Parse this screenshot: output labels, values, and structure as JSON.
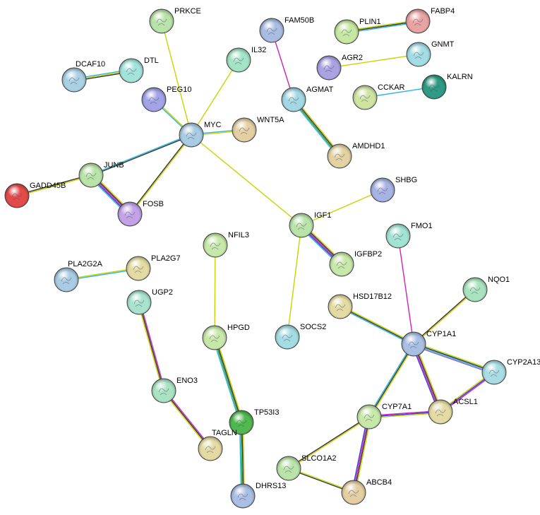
{
  "colors": {
    "edge_yellow": "#c8d400",
    "edge_black": "#333333",
    "edge_cyan": "#2fb7d8",
    "edge_green": "#2f9e3f",
    "edge_magenta": "#d020b8",
    "edge_blue": "#3a3ad6",
    "edge_purple": "#8a5fd0"
  },
  "nodes": [
    {
      "id": "PRKCE",
      "label": "PRKCE",
      "color": "#b9e3a9"
    },
    {
      "id": "FAM50B",
      "label": "FAM50B",
      "color": "#a9bde3"
    },
    {
      "id": "PLIN1",
      "label": "PLIN1",
      "color": "#c7e8a2"
    },
    {
      "id": "FABP4",
      "label": "FABP4",
      "color": "#e9a3a3"
    },
    {
      "id": "DTL",
      "label": "DTL",
      "color": "#a3e3dc"
    },
    {
      "id": "DCAF10",
      "label": "DCAF10",
      "color": "#a9d0e3"
    },
    {
      "id": "IL32",
      "label": "IL32",
      "color": "#a3e3c6"
    },
    {
      "id": "GNMT",
      "label": "GNMT",
      "color": "#a3dde3"
    },
    {
      "id": "AGR2",
      "label": "AGR2",
      "color": "#a9a3e3"
    },
    {
      "id": "KALRN",
      "label": "KALRN",
      "color": "#2f9a86"
    },
    {
      "id": "PEG10",
      "label": "PEG10",
      "color": "#a3a3e8"
    },
    {
      "id": "AGMAT",
      "label": "AGMAT",
      "color": "#a3d8e3"
    },
    {
      "id": "CCKAR",
      "label": "CCKAR",
      "color": "#cfe3a3"
    },
    {
      "id": "MYC",
      "label": "MYC",
      "color": "#a9cbe3"
    },
    {
      "id": "WNT5A",
      "label": "WNT5A",
      "color": "#e3cfa3"
    },
    {
      "id": "AMDHD1",
      "label": "AMDHD1",
      "color": "#e3d3a3"
    },
    {
      "id": "JUNB",
      "label": "JUNB",
      "color": "#b9e3a9"
    },
    {
      "id": "GADD45B",
      "label": "GADD45B",
      "color": "#e34a4a"
    },
    {
      "id": "SHBG",
      "label": "SHBG",
      "color": "#a9b3e3"
    },
    {
      "id": "FOSB",
      "label": "FOSB",
      "color": "#c3a3e8"
    },
    {
      "id": "IGF1",
      "label": "IGF1",
      "color": "#b9e3a9"
    },
    {
      "id": "NFIL3",
      "label": "NFIL3",
      "color": "#c7e8a9"
    },
    {
      "id": "FMO1",
      "label": "FMO1",
      "color": "#a3e3d4"
    },
    {
      "id": "IGFBP2",
      "label": "IGFBP2",
      "color": "#c7e8a9"
    },
    {
      "id": "PLA2G2A",
      "label": "PLA2G2A",
      "color": "#a9cbe3"
    },
    {
      "id": "PLA2G7",
      "label": "PLA2G7",
      "color": "#e3dba3"
    },
    {
      "id": "NQO1",
      "label": "NQO1",
      "color": "#a9e3bd"
    },
    {
      "id": "UGP2",
      "label": "UGP2",
      "color": "#a9e3cf"
    },
    {
      "id": "HSD17B12",
      "label": "HSD17B12",
      "color": "#e3dba3"
    },
    {
      "id": "HPGD",
      "label": "HPGD",
      "color": "#c7e8a9"
    },
    {
      "id": "SOCS2",
      "label": "SOCS2",
      "color": "#a3dde3"
    },
    {
      "id": "CYP1A1",
      "label": "CYP1A1",
      "color": "#a9bfe3"
    },
    {
      "id": "CYP2A13",
      "label": "CYP2A13",
      "color": "#a9dde3"
    },
    {
      "id": "ENO3",
      "label": "ENO3",
      "color": "#a9e3c3"
    },
    {
      "id": "CYP7A1",
      "label": "CYP7A1",
      "color": "#c7e8a9"
    },
    {
      "id": "ACSL1",
      "label": "ACSL1",
      "color": "#e3dba3"
    },
    {
      "id": "TP53I3",
      "label": "TP53I3",
      "color": "#4fb84f"
    },
    {
      "id": "TAGLN",
      "label": "TAGLN",
      "color": "#e3dba3"
    },
    {
      "id": "SLCO1A2",
      "label": "SLCO1A2",
      "color": "#b9e3a9"
    },
    {
      "id": "ABCB4",
      "label": "ABCB4",
      "color": "#e3cfa3"
    },
    {
      "id": "DHRS13",
      "label": "DHRS13",
      "color": "#a9bfe3"
    }
  ],
  "edges": [
    {
      "source": "PRKCE",
      "target": "MYC",
      "colors": [
        "edge_yellow"
      ]
    },
    {
      "source": "IL32",
      "target": "MYC",
      "colors": [
        "edge_yellow"
      ]
    },
    {
      "source": "PEG10",
      "target": "MYC",
      "colors": [
        "edge_yellow",
        "edge_cyan"
      ]
    },
    {
      "source": "WNT5A",
      "target": "MYC",
      "colors": [
        "edge_yellow",
        "edge_cyan"
      ]
    },
    {
      "source": "MYC",
      "target": "JUNB",
      "colors": [
        "edge_black",
        "edge_cyan"
      ]
    },
    {
      "source": "MYC",
      "target": "FOSB",
      "colors": [
        "edge_yellow",
        "edge_black"
      ]
    },
    {
      "source": "MYC",
      "target": "IGF1",
      "colors": [
        "edge_yellow"
      ]
    },
    {
      "source": "JUNB",
      "target": "GADD45B",
      "colors": [
        "edge_yellow",
        "edge_black"
      ]
    },
    {
      "source": "JUNB",
      "target": "FOSB",
      "colors": [
        "edge_yellow",
        "edge_black",
        "edge_magenta",
        "edge_blue",
        "edge_cyan"
      ]
    },
    {
      "source": "DCAF10",
      "target": "DTL",
      "colors": [
        "edge_cyan",
        "edge_yellow",
        "edge_black"
      ]
    },
    {
      "source": "FAM50B",
      "target": "AGMAT",
      "colors": [
        "edge_magenta"
      ]
    },
    {
      "source": "AGMAT",
      "target": "AMDHD1",
      "colors": [
        "edge_yellow",
        "edge_black",
        "edge_green",
        "edge_cyan"
      ]
    },
    {
      "source": "PLIN1",
      "target": "FABP4",
      "colors": [
        "edge_yellow",
        "edge_black",
        "edge_cyan"
      ]
    },
    {
      "source": "AGR2",
      "target": "GNMT",
      "colors": [
        "edge_yellow"
      ]
    },
    {
      "source": "CCKAR",
      "target": "KALRN",
      "colors": [
        "edge_cyan"
      ]
    },
    {
      "source": "IGF1",
      "target": "SHBG",
      "colors": [
        "edge_yellow"
      ]
    },
    {
      "source": "IGF1",
      "target": "IGFBP2",
      "colors": [
        "edge_yellow",
        "edge_black",
        "edge_magenta",
        "edge_blue",
        "edge_cyan"
      ]
    },
    {
      "source": "IGF1",
      "target": "SOCS2",
      "colors": [
        "edge_yellow"
      ]
    },
    {
      "source": "PLA2G2A",
      "target": "PLA2G7",
      "colors": [
        "edge_yellow",
        "edge_cyan"
      ]
    },
    {
      "source": "UGP2",
      "target": "ENO3",
      "colors": [
        "edge_magenta",
        "edge_black",
        "edge_yellow"
      ]
    },
    {
      "source": "ENO3",
      "target": "TAGLN",
      "colors": [
        "edge_magenta",
        "edge_black",
        "edge_yellow"
      ]
    },
    {
      "source": "NFIL3",
      "target": "HPGD",
      "colors": [
        "edge_yellow"
      ]
    },
    {
      "source": "HPGD",
      "target": "TP53I3",
      "colors": [
        "edge_yellow",
        "edge_black",
        "edge_green",
        "edge_cyan"
      ]
    },
    {
      "source": "TP53I3",
      "target": "DHRS13",
      "colors": [
        "edge_yellow",
        "edge_black",
        "edge_green",
        "edge_cyan"
      ]
    },
    {
      "source": "FMO1",
      "target": "CYP1A1",
      "colors": [
        "edge_magenta"
      ]
    },
    {
      "source": "NQO1",
      "target": "CYP1A1",
      "colors": [
        "edge_yellow",
        "edge_black"
      ]
    },
    {
      "source": "HSD17B12",
      "target": "CYP1A1",
      "colors": [
        "edge_yellow",
        "edge_black",
        "edge_cyan"
      ]
    },
    {
      "source": "CYP1A1",
      "target": "CYP2A13",
      "colors": [
        "edge_yellow",
        "edge_black",
        "edge_cyan",
        "edge_purple"
      ]
    },
    {
      "source": "CYP1A1",
      "target": "ACSL1",
      "colors": [
        "edge_yellow",
        "edge_black",
        "edge_magenta",
        "edge_blue"
      ]
    },
    {
      "source": "CYP1A1",
      "target": "CYP7A1",
      "colors": [
        "edge_yellow",
        "edge_black",
        "edge_cyan"
      ]
    },
    {
      "source": "CYP2A13",
      "target": "ACSL1",
      "colors": [
        "edge_magenta",
        "edge_blue",
        "edge_yellow"
      ]
    },
    {
      "source": "CYP7A1",
      "target": "ACSL1",
      "colors": [
        "edge_magenta",
        "edge_blue",
        "edge_yellow"
      ]
    },
    {
      "source": "CYP7A1",
      "target": "ABCB4",
      "colors": [
        "edge_yellow",
        "edge_black",
        "edge_magenta",
        "edge_blue"
      ]
    },
    {
      "source": "CYP7A1",
      "target": "SLCO1A2",
      "colors": [
        "edge_yellow",
        "edge_black"
      ]
    },
    {
      "source": "SLCO1A2",
      "target": "ABCB4",
      "colors": [
        "edge_yellow",
        "edge_black"
      ]
    }
  ]
}
